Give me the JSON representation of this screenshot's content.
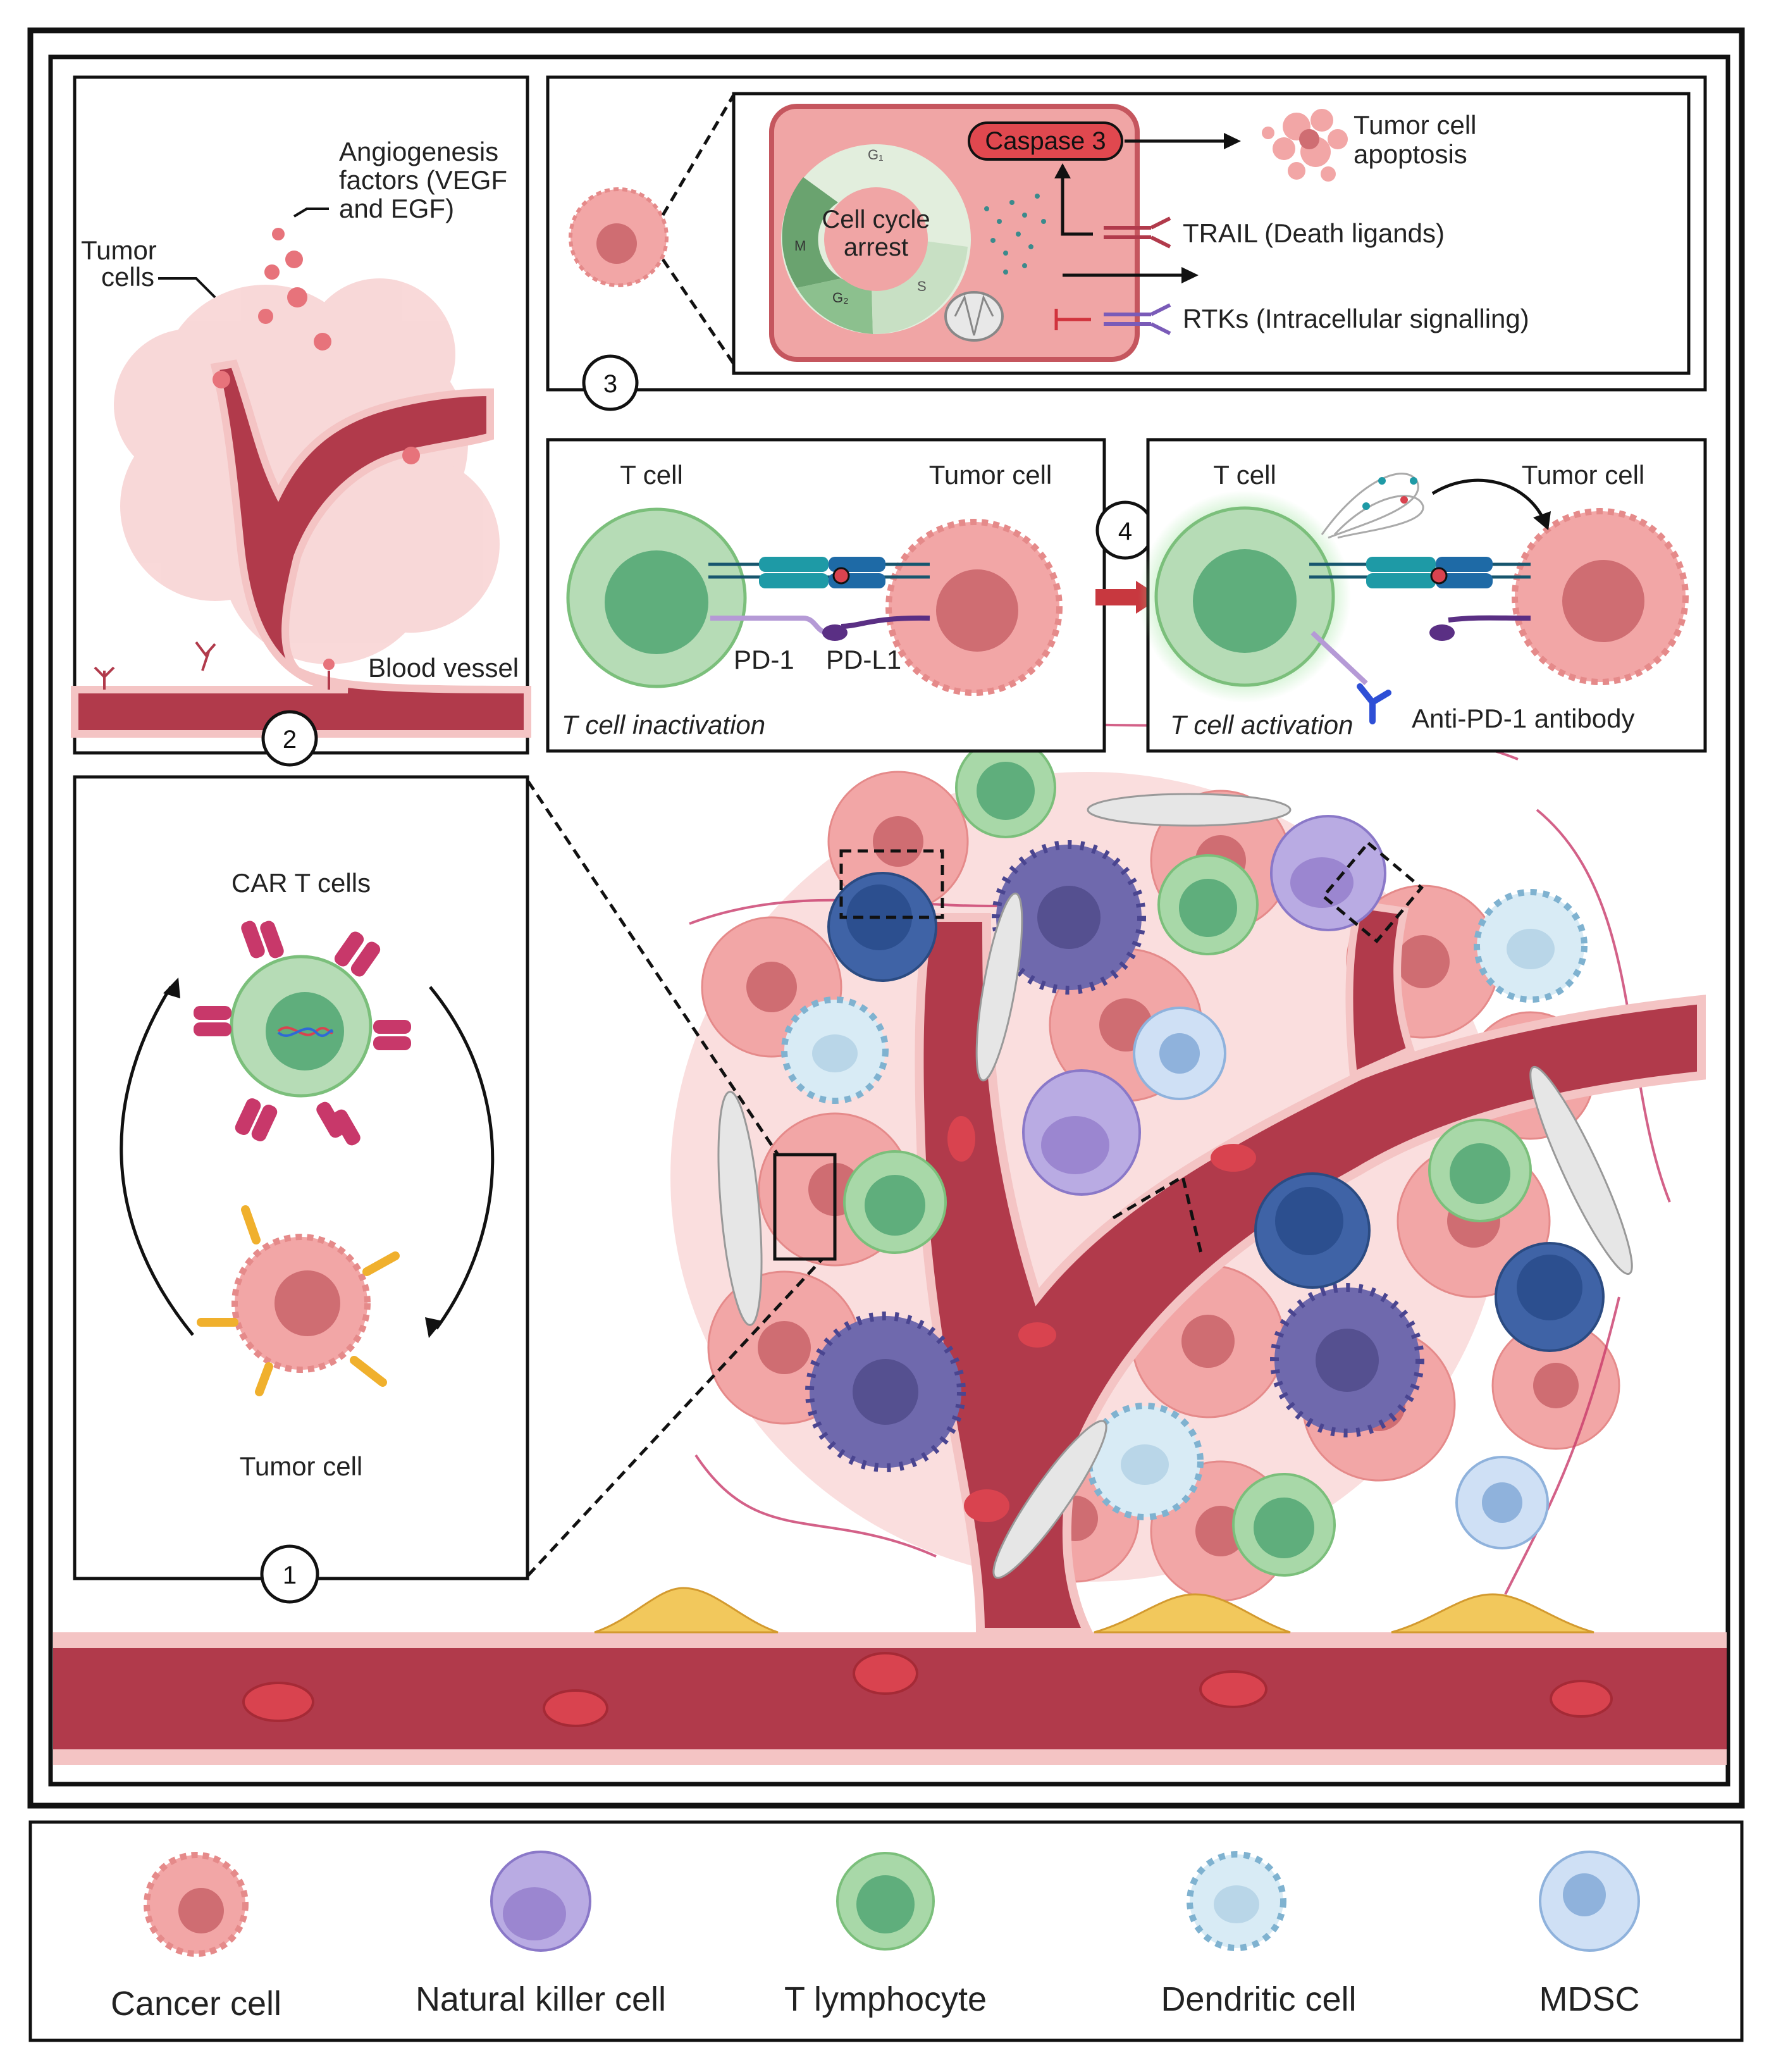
{
  "panel_numbers": {
    "p1": "1",
    "p2": "2",
    "p3": "3",
    "p4": "4"
  },
  "panel1": {
    "car_t_cells": "CAR T cells",
    "tumor_cell": "Tumor cell"
  },
  "panel2": {
    "angio_line1": "Angiogenesis",
    "angio_line2": "factors (VEGF",
    "angio_line3": "and EGF)",
    "tumor_line1": "Tumor",
    "tumor_line2": "cells",
    "blood_vessel": "Blood vessel"
  },
  "panel3": {
    "caspase": "Caspase 3",
    "cell_cycle_line1": "Cell cycle",
    "cell_cycle_line2": "arrest",
    "phase_g1": "G₁",
    "phase_m": "M",
    "phase_s": "S",
    "phase_g2": "G₂",
    "apoptosis_line1": "Tumor cell",
    "apoptosis_line2": "apoptosis",
    "trail": "TRAIL (Death ligands)",
    "rtks": "RTKs (Intracellular signalling)"
  },
  "panel4": {
    "left_t_cell": "T cell",
    "left_tumor_cell": "Tumor cell",
    "pd1": "PD-1",
    "pdl1": "PD-L1",
    "inactivation": "T cell inactivation",
    "right_t_cell": "T cell",
    "right_tumor_cell": "Tumor cell",
    "activation": "T cell activation",
    "antibody": "Anti-PD-1 antibody"
  },
  "legend": {
    "cancer_cell": "Cancer cell",
    "nk_cell": "Natural killer cell",
    "t_lymphocyte": "T lymphocyte",
    "dendritic_cell": "Dendritic cell",
    "mdsc": "MDSC"
  },
  "colors": {
    "cancer_pink": "#f2a6a6",
    "cancer_nucleus": "#cf6d72",
    "vessel_red": "#b13a4b",
    "t_cell_green": "#a8d8a8",
    "t_cell_nucleus": "#5fae7c",
    "nk_purple": "#a89ad6",
    "dendritic_blue": "#d3e8f2",
    "mdsc_blue": "#b9d3ef",
    "b_cell_navy": "#3f63a6",
    "fibroblast_yellow": "#f2c85c"
  }
}
